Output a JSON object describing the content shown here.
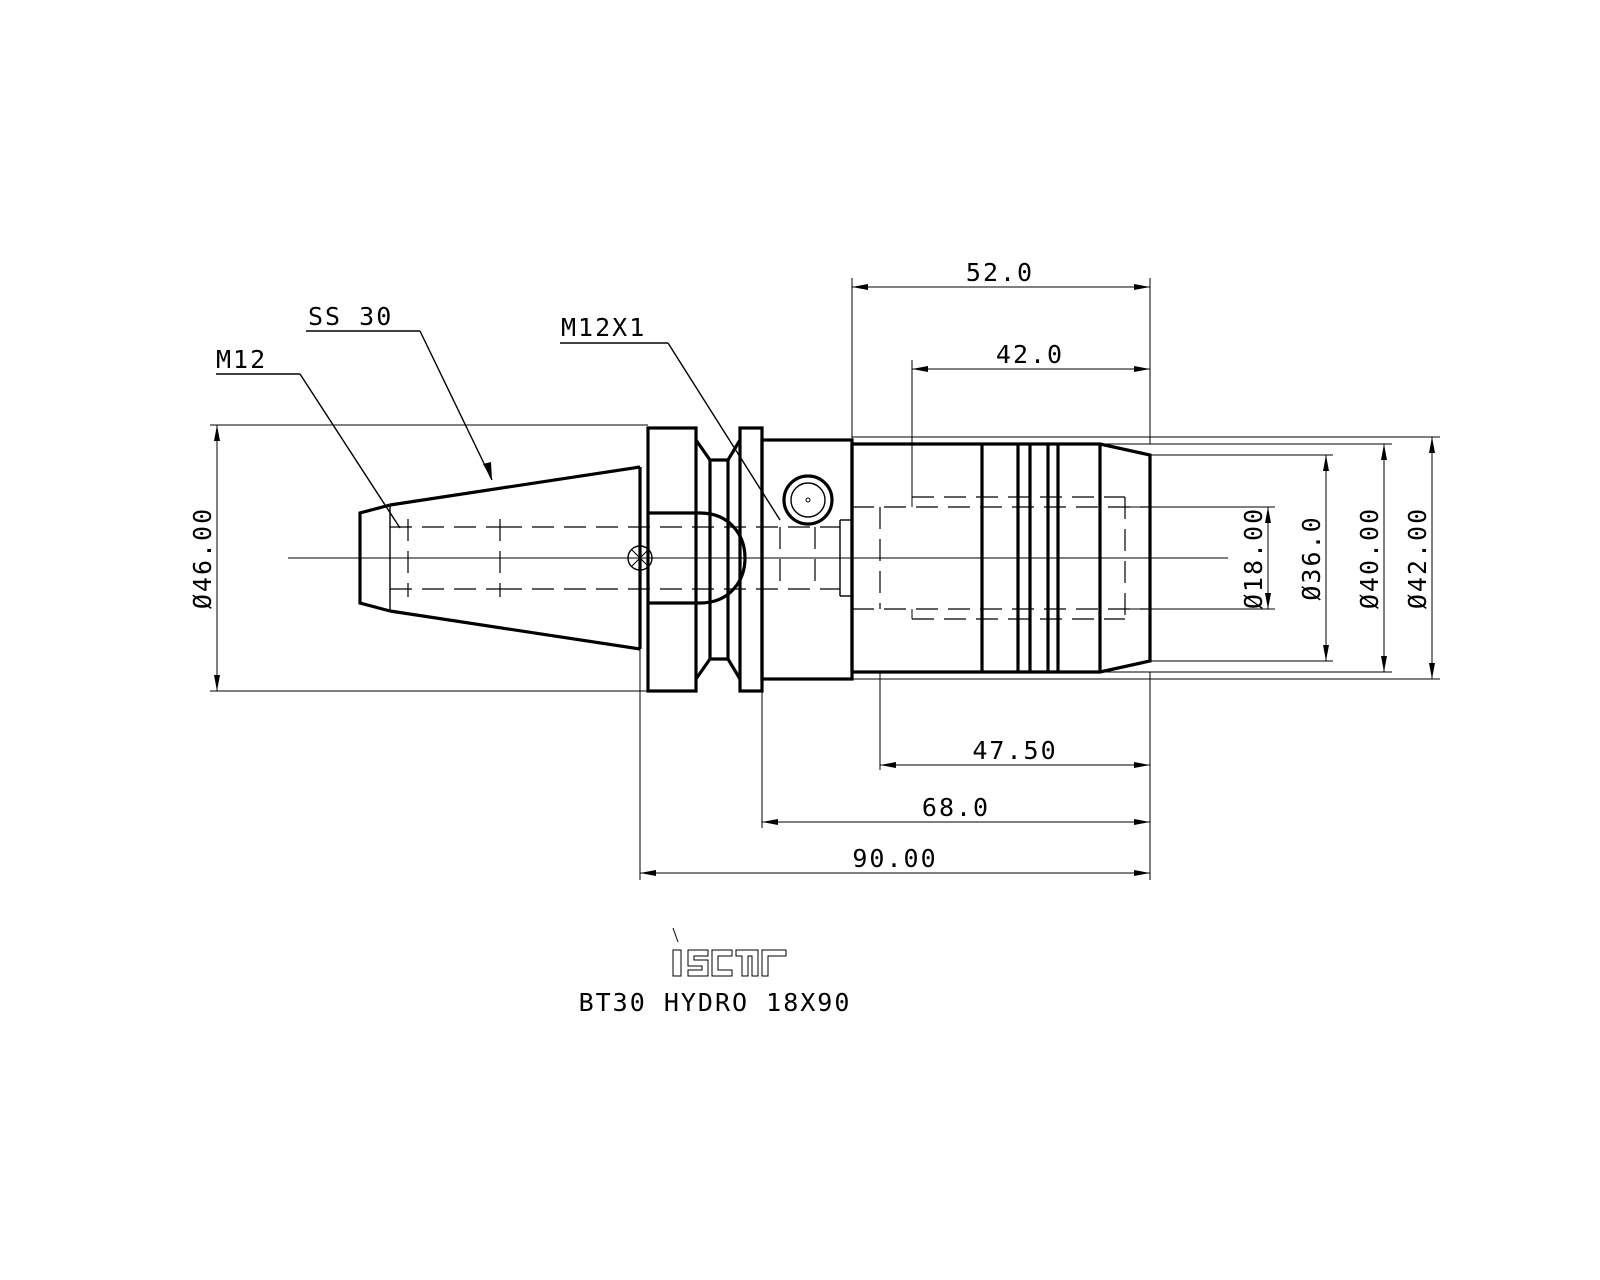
{
  "annotations": {
    "thread_rear": "M12",
    "taper": "SS 30",
    "side_screw": "M12X1"
  },
  "dimensions": {
    "length_52": "52.0",
    "length_42": "42.0",
    "length_47_5": "47.50",
    "length_68": "68.0",
    "length_90": "90.00",
    "dia_flange": "Ø46.00",
    "dia_bore": "Ø18.00",
    "dia_36": "Ø36.0",
    "dia_40": "Ø40.00",
    "dia_42": "Ø42.00"
  },
  "title_block": {
    "logo": "iscar",
    "product_name": "BT30 HYDRO 18X90"
  }
}
